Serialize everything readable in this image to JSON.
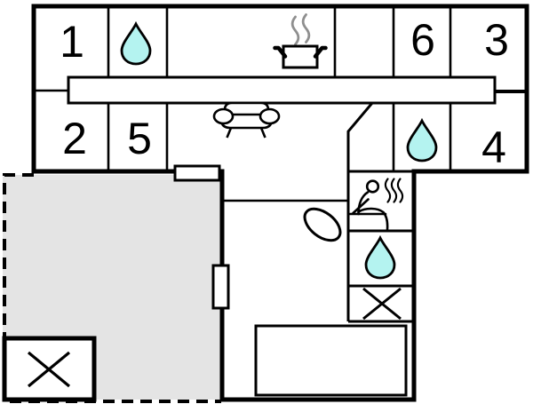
{
  "plan": {
    "type": "vacation-house-floor-plan",
    "room_labels": {
      "r1": "1",
      "r2": "2",
      "r3": "3",
      "r4": "4",
      "r5": "5",
      "r6": "6"
    },
    "colors": {
      "wall": "#000000",
      "water": "#b4f3f0",
      "pool": "#b2f8f5",
      "terrace": "#e4e4e4",
      "steam": "#8f8f8f"
    },
    "icons": {
      "bathroom_top": "water-drop",
      "bathroom_right": "water-drop",
      "bathroom_lower": "water-drop",
      "kitchen": "cooking-pot",
      "living_room": "sofa",
      "sauna": "sauna-person",
      "tub": "oval-whirlpool",
      "pool": "swimming-pool",
      "utility_small": "crossed-box",
      "utility_terrace": "crossed-box"
    }
  }
}
